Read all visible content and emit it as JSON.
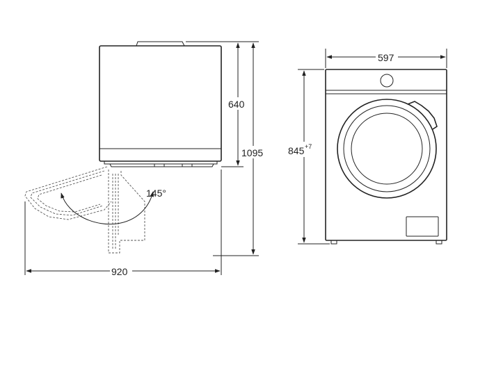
{
  "dimensions": {
    "top_unit_height": "640",
    "total_height": "1095",
    "depth_with_door_open": "920",
    "door_opening_angle": "145°",
    "width": "597",
    "base_height": "845",
    "base_height_tolerance": "+7"
  },
  "colors": {
    "line": "#222222",
    "dashed_line": "#555555",
    "background": "#ffffff"
  }
}
